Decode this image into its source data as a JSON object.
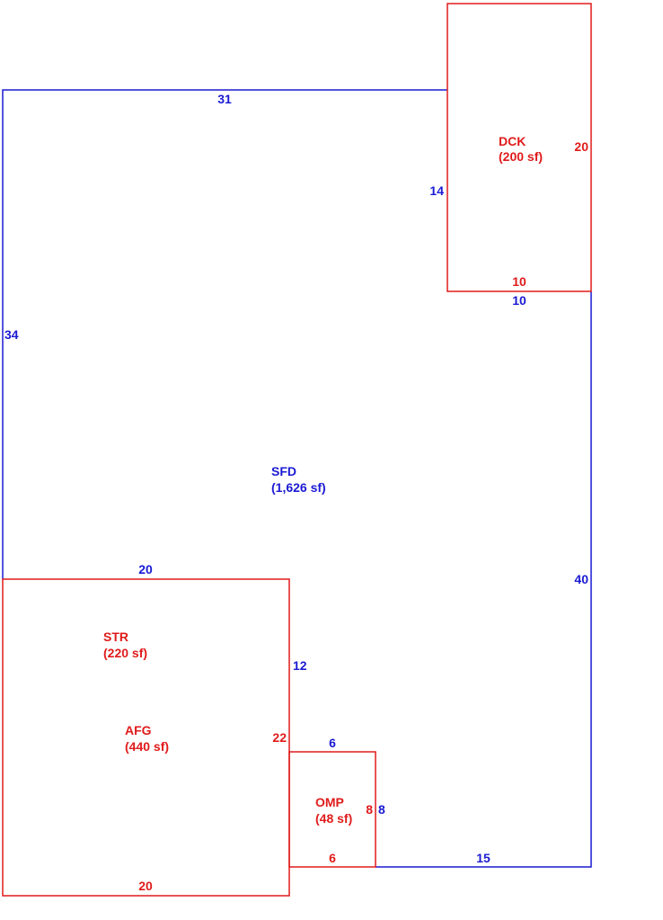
{
  "colors": {
    "blue": "#1a1ad4",
    "red": "#e01b1b",
    "background": "#ffffff"
  },
  "areas": {
    "sfd": {
      "code": "SFD",
      "area": "(1,626 sf)"
    },
    "dck": {
      "code": "DCK",
      "area": "(200 sf)"
    },
    "str": {
      "code": "STR",
      "area": "(220 sf)"
    },
    "afg": {
      "code": "AFG",
      "area": "(440 sf)"
    },
    "omp": {
      "code": "OMP",
      "area": "(48 sf)"
    }
  },
  "dimensions": {
    "sfd_top": "31",
    "sfd_left": "34",
    "sfd_deck_side": "14",
    "sfd_deck_bottom": "10",
    "sfd_right": "40",
    "sfd_bottom": "15",
    "sfd_garage_top": "20",
    "sfd_garage_side": "12",
    "sfd_porch_top": "6",
    "sfd_porch_side": "8",
    "dck_right": "20",
    "dck_bottom": "10",
    "afg_side": "22",
    "afg_bottom": "20",
    "omp_side": "8",
    "omp_bottom": "6"
  }
}
